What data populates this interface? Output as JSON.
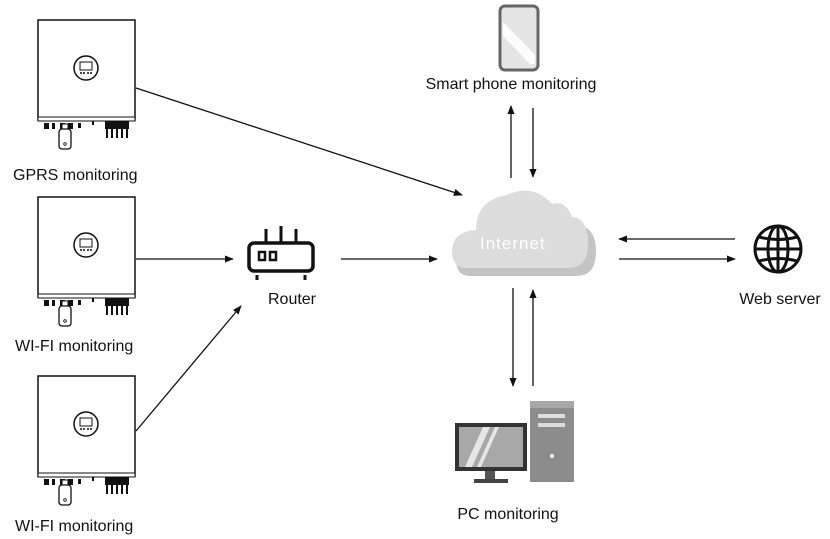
{
  "labels": {
    "gprs": "GPRS monitoring",
    "wifi1": "WI-FI monitoring",
    "wifi2": "WI-FI monitoring",
    "router": "Router",
    "smartphone": "Smart phone monitoring",
    "internet": "Internet",
    "web_server": "Web server",
    "pc": "PC monitoring"
  },
  "colors": {
    "line": "#111111",
    "cloud_light": "#d9d9d9",
    "cloud_dark": "#c2c2c2",
    "device_gray": "#9a9a9a",
    "monitor_dark": "#333333"
  }
}
